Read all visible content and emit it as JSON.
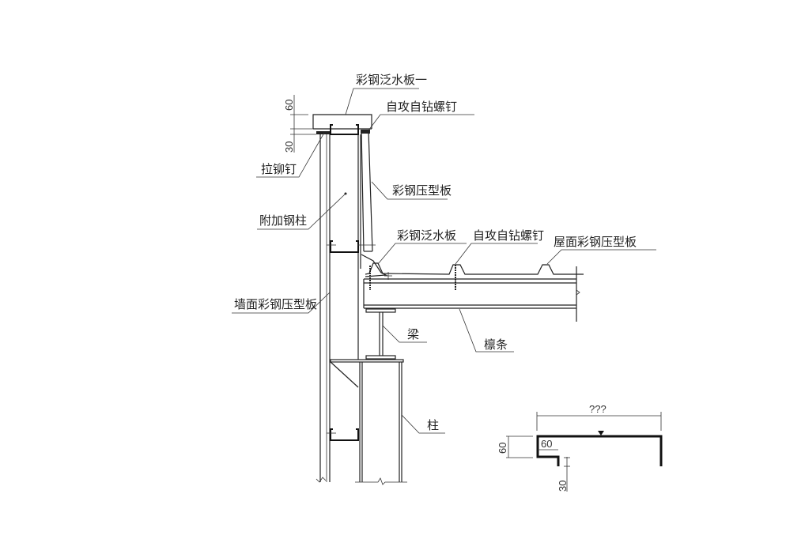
{
  "labels": {
    "top_flashing": "彩钢泛水板一",
    "top_screw": "自攻自钻螺钉",
    "rivet": "拉铆钉",
    "inner_panel": "彩钢压型板",
    "extra_column": "附加钢柱",
    "roof_flashing": "彩钢泛水板",
    "roof_screw": "自攻自钻螺钉",
    "roof_panel": "屋面彩钢压型板",
    "wall_panel": "墙面彩钢压型板",
    "beam": "梁",
    "purlin": "檩条",
    "column": "柱"
  },
  "dimensions": {
    "top_60": "60",
    "top_30": "30",
    "detail_width": "???",
    "detail_height_60": "60",
    "detail_lip_60": "60",
    "detail_drop_30": "30"
  }
}
